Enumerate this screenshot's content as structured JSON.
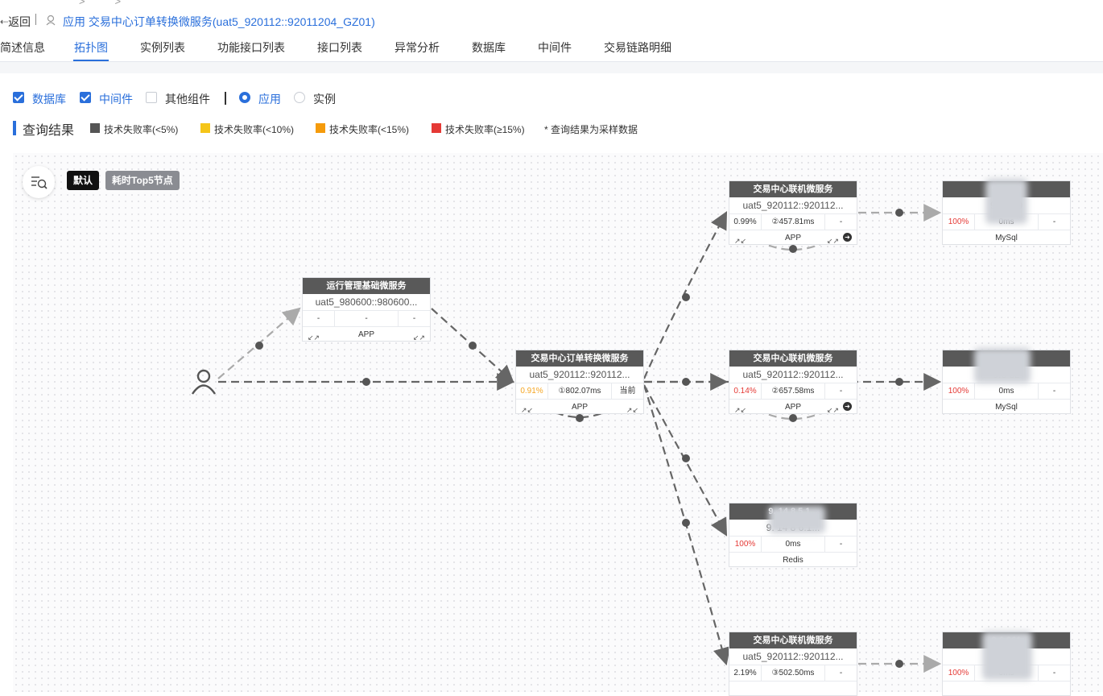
{
  "header": {
    "back_label": "返回",
    "title": "应用 交易中心订单转换微服务(uat5_920112::92011204_GZ01)"
  },
  "tabs": [
    {
      "label": "简述信息"
    },
    {
      "label": "拓扑图"
    },
    {
      "label": "实例列表"
    },
    {
      "label": "功能接口列表"
    },
    {
      "label": "接口列表"
    },
    {
      "label": "异常分析"
    },
    {
      "label": "数据库"
    },
    {
      "label": "中间件"
    },
    {
      "label": "交易链路明细"
    }
  ],
  "filters": {
    "database": "数据库",
    "middleware": "中间件",
    "other": "其他组件",
    "app": "应用",
    "instance": "实例"
  },
  "legend": {
    "title": "查询结果",
    "items": [
      {
        "label": "技术失败率(<5%)",
        "color": "#555555"
      },
      {
        "label": "技术失败率(<10%)",
        "color": "#f5c518"
      },
      {
        "label": "技术失败率(<15%)",
        "color": "#f59b0b"
      },
      {
        "label": "技术失败率(≥15%)",
        "color": "#e53935"
      }
    ],
    "note": "* 查询结果为采样数据"
  },
  "toolbar": {
    "default_label": "默认",
    "top5_label": "耗时Top5节点"
  },
  "nodes": {
    "ops": {
      "title": "运行管理基础微服务",
      "sub": "uat5_980600::980600...",
      "m1": "-",
      "m2": "-",
      "m3": "-",
      "type": "APP"
    },
    "center": {
      "title": "交易中心订单转换微服务",
      "sub": "uat5_920112::920112...",
      "m1": "0.91%",
      "m2": "①802.07ms",
      "m3": "当前",
      "type": "APP"
    },
    "online1": {
      "title": "交易中心联机微服务",
      "sub": "uat5_920112::920112...",
      "m1": "0.99%",
      "m2": "②457.81ms",
      "m3": "-",
      "type": "APP"
    },
    "online2": {
      "title": "交易中心联机微服务",
      "sub": "uat5_920112::920112...",
      "m1": "0.14%",
      "m2": "②657.58ms",
      "m3": "-",
      "type": "APP"
    },
    "online3": {
      "title": "交易中心联机微服务",
      "sub": "uat5_920112::920112...",
      "m1": "2.19%",
      "m2": "③502.50ms",
      "m3": "-"
    },
    "mysql1": {
      "title": "9.6 209",
      "sub": "9.6 209",
      "m1": "100%",
      "m2": "0ms",
      "m3": "-",
      "type": "MySql"
    },
    "mysql2": {
      "title": "9 2",
      "sub": "9.6 82",
      "m1": "100%",
      "m2": "0ms",
      "m3": "-",
      "type": "MySql"
    },
    "redis": {
      "title": "9. 14 8 5.1...",
      "sub": "9. 14 8 6.1...",
      "m1": "100%",
      "m2": "0ms",
      "m3": "-",
      "type": "Redis"
    },
    "db3": {
      "title": "9.6 061",
      "sub": "9",
      "m1": "100%",
      "m2": "0ms",
      "m3": "-"
    }
  }
}
